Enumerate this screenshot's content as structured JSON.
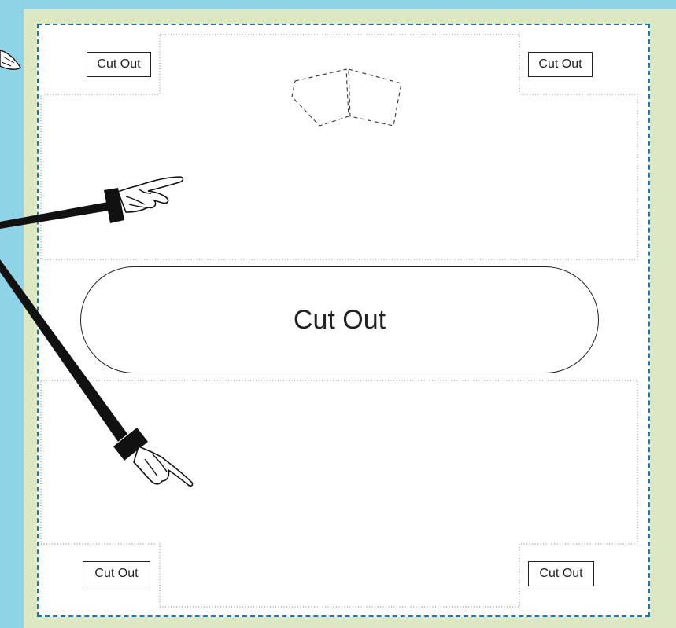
{
  "template": {
    "labels": {
      "top_left": "Cut Out",
      "top_right": "Cut Out",
      "center": "Cut Out",
      "bottom_left": "Cut Out",
      "bottom_right": "Cut Out"
    }
  },
  "colors": {
    "background": "#8fd3e6",
    "frame": "#dbe8c3",
    "panel": "#ffffff",
    "dashed_border": "#1976b8",
    "ink": "#231f20"
  },
  "icons": [
    "pointing-hand-icon",
    "pointing-hand-icon",
    "pointing-hand-icon"
  ]
}
